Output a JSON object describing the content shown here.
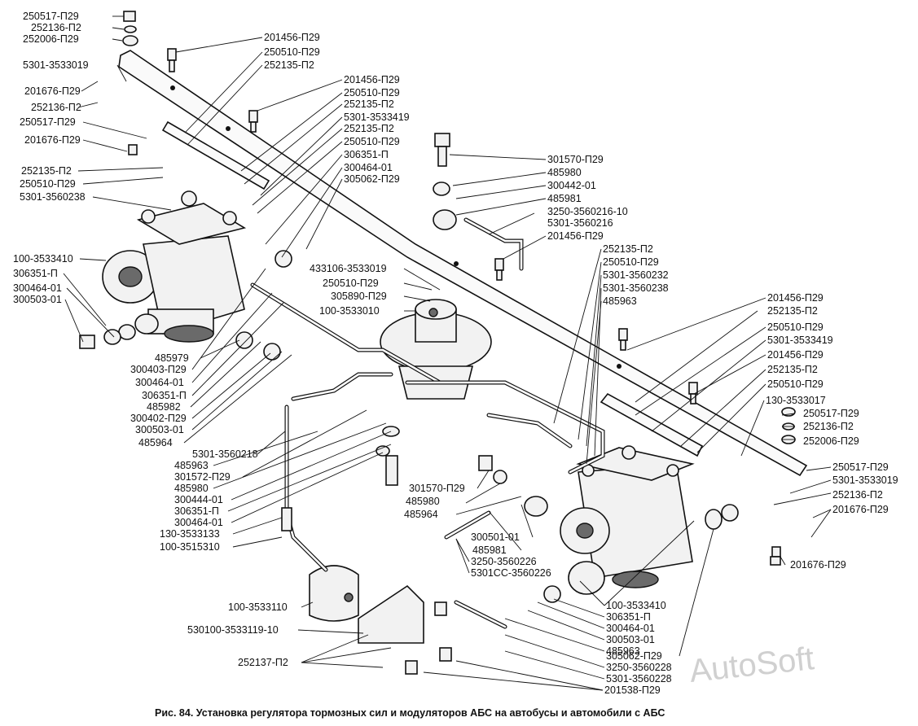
{
  "caption": "Рис. 84. Установка регулятора тормозных сил и модуляторов АБС на автобусы и автомобили с АБС",
  "watermark": "AutoSoft",
  "labels": {
    "l01": "250517-П29",
    "l02": "252136-П2",
    "l03": "252006-П29",
    "l04": "5301-3533019",
    "l05": "201676-П29",
    "l06": "252136-П2",
    "l07": "250517-П29",
    "l08": "201676-П29",
    "l09": "252135-П2",
    "l10": "250510-П29",
    "l11": "5301-3560238",
    "l12": "100-3533410",
    "l13": "306351-П",
    "l14": "300464-01",
    "l15": "300503-01",
    "l16": "201456-П29",
    "l17": "250510-П29",
    "l18": "252135-П2",
    "l19": "201456-П29",
    "l20": "250510-П29",
    "l21": "252135-П2",
    "l22": "5301-3533419",
    "l23": "252135-П2",
    "l24": "250510-П29",
    "l25": "306351-П",
    "l26": "300464-01",
    "l27": "305062-П29",
    "l28": "301570-П29",
    "l29": "485980",
    "l30": "300442-01",
    "l31": "485981",
    "l32": "3250-3560216-10",
    "l33": "5301-3560216",
    "l34": "201456-П29",
    "l35": "433106-3533019",
    "l36": "250510-П29",
    "l37": "305890-П29",
    "l38": "100-3533010",
    "l39": "252135-П2",
    "l40": "250510-П29",
    "l41": "5301-3560232",
    "l42": "5301-3560238",
    "l43": "485963",
    "l44": "485979",
    "l45": "300403-П29",
    "l46": "300464-01",
    "l47": "306351-П",
    "l48": "485982",
    "l49": "300402-П29",
    "l50": "300503-01",
    "l51": "485964",
    "l52": "5301-3560218",
    "l53": "485963",
    "l54": "301572-П29",
    "l55": "485980",
    "l56": "300444-01",
    "l57": "306351-П",
    "l58": "300464-01",
    "l59": "130-3533133",
    "l60": "100-3515310",
    "l61": "201456-П29",
    "l62": "252135-П2",
    "l63": "250510-П29",
    "l64": "5301-3533419",
    "l65": "201456-П29",
    "l66": "252135-П2",
    "l67": "250510-П29",
    "l68": "130-3533017",
    "l69": "250517-П29",
    "l70": "252136-П2",
    "l71": "252006-П29",
    "l72": "250517-П29",
    "l73": "5301-3533019",
    "l74": "252136-П2",
    "l75": "201676-П29",
    "l76": "201676-П29",
    "l77": "301570-П29",
    "l78": "485980",
    "l79": "485964",
    "l80": "300501-01",
    "l81": "485981",
    "l82": "3250-3560226",
    "l83": "5301СС-3560226",
    "l84": "100-3533110",
    "l85": "530100-3533119-10",
    "l86": "252137-П2",
    "l87": "100-3533410",
    "l88": "306351-П",
    "l89": "300464-01",
    "l90": "300503-01",
    "l91": "485963",
    "l92": "305062-П29",
    "l93": "3250-3560228",
    "l94": "5301-3560228",
    "l95": "201538-П29"
  }
}
